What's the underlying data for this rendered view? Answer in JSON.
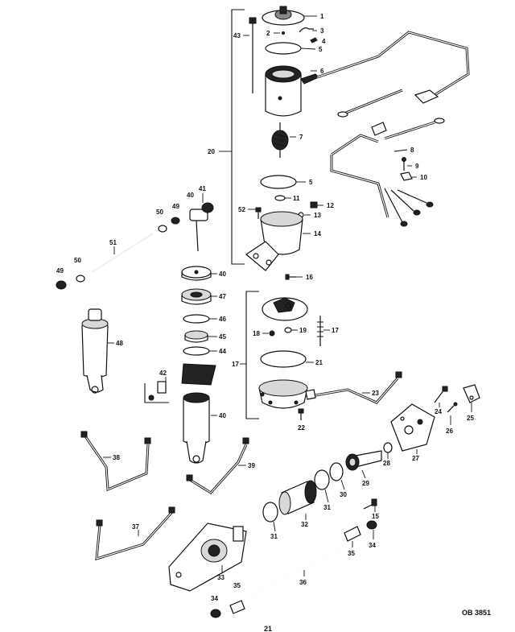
{
  "figure_code": "OB 3851",
  "page_number": "21",
  "callouts": {
    "c1": "1",
    "c2": "2",
    "c3": "3",
    "c4": "4",
    "c5a": "5",
    "c5b": "5",
    "c6": "6",
    "c7": "7",
    "c8": "8",
    "c9": "9",
    "c10": "10",
    "c11": "11",
    "c12": "12",
    "c13": "13",
    "c14": "14",
    "c15": "15",
    "c16": "16",
    "c17a": "17",
    "c17b": "17",
    "c18": "18",
    "c19": "19",
    "c20": "20",
    "c21": "21",
    "c22": "22",
    "c23": "23",
    "c24": "24",
    "c25": "25",
    "c26": "26",
    "c27": "27",
    "c28": "28",
    "c29": "29",
    "c30": "30",
    "c31a": "31",
    "c31b": "31",
    "c32": "32",
    "c33": "33",
    "c34a": "34",
    "c34b": "34",
    "c35a": "35",
    "c35b": "35",
    "c36": "36",
    "c37": "37",
    "c38": "38",
    "c39": "39",
    "c40a": "40",
    "c40b": "40",
    "c40c": "40",
    "c41": "41",
    "c42": "42",
    "c43": "43",
    "c44": "44",
    "c45": "45",
    "c46": "46",
    "c47": "47",
    "c48": "48",
    "c49a": "49",
    "c49b": "49",
    "c50a": "50",
    "c50b": "50",
    "c51": "51",
    "c52": "52"
  }
}
